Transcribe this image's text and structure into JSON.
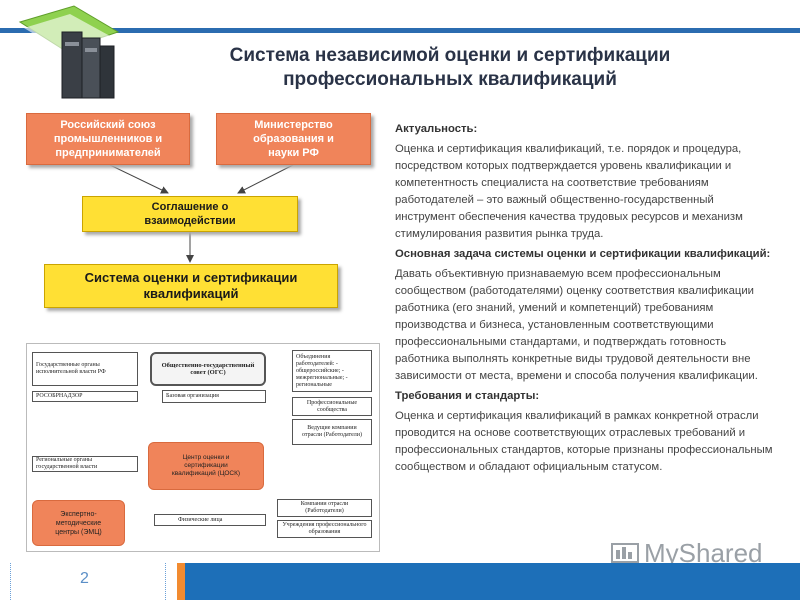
{
  "slide": {
    "title_line1": "Система независимой оценки и сертификации",
    "title_line2": "профессиональных квалификаций",
    "page_number": "2",
    "watermark": "MyShared",
    "colors": {
      "accent_blue": "#1d6fb8",
      "orange_box": "#f0845a",
      "yellow_box": "#ffe034",
      "stripe_orange": "#f28b30"
    }
  },
  "diagram": {
    "rspp": "Российский союз промышленников и предпринимателей",
    "minobr": "Министерство образования и науки РФ",
    "agreement": "Соглашение о взаимодействии",
    "system": "Система оценки и сертификации квалификаций"
  },
  "schema": {
    "gov_bodies": "Государственные органы исполнительной власти РФ",
    "rosobrnadzor": "РОСОБРНАДЗОР",
    "ogs": "Общественно-государственный совет (ОГС)",
    "base_org": "Базовая организация",
    "employers": "Объединения работодателей: - общероссийские; - межрегиональные; - региональные",
    "prof_communities": "Профессиональные сообщества",
    "leading_companies": "Ведущие компании отрасли (Работодатели)",
    "regional_bodies": "Региональные органы государственной власти",
    "tsosk": "Центр оценки и сертификации квалификаций (ЦОСК)",
    "emc": "Экспертно-методические центры (ЭМЦ)",
    "individuals": "Физические лица",
    "industry_companies": "Компании отрасли (Работодатели)",
    "edu_institutions": "Учреждения профессионального образования"
  },
  "text": {
    "h1": "Актуальность:",
    "p1": "Оценка и сертификация квалификаций, т.е. порядок и процедура, посредством которых подтверждается уровень квалификации и компетентность специалиста на соответствие требованиям работодателей – это важный общественно-государственный инструмент обеспечения качества трудовых ресурсов и механизм стимулирования развития рынка труда.",
    "h2": "Основная задача системы оценки и сертификации квалификаций:",
    "p2": "Давать объективную признаваемую всем профессиональным сообществом (работодателями) оценку соответствия квалификации работника (его знаний, умений и компетенций) требованиям производства и бизнеса, установленным соответствующими профессиональными стандартами, и подтверждать готовность работника выполнять конкретные виды трудовой деятельности вне зависимости от места, времени и способа получения квалификации.",
    "h3": "Требования и стандарты:",
    "p3": "Оценка и сертификация квалификаций в рамках конкретной отрасли проводится на основе соответствующих отраслевых требований и профессиональных стандартов, которые признаны профессиональным сообществом и обладают официальным статусом."
  }
}
